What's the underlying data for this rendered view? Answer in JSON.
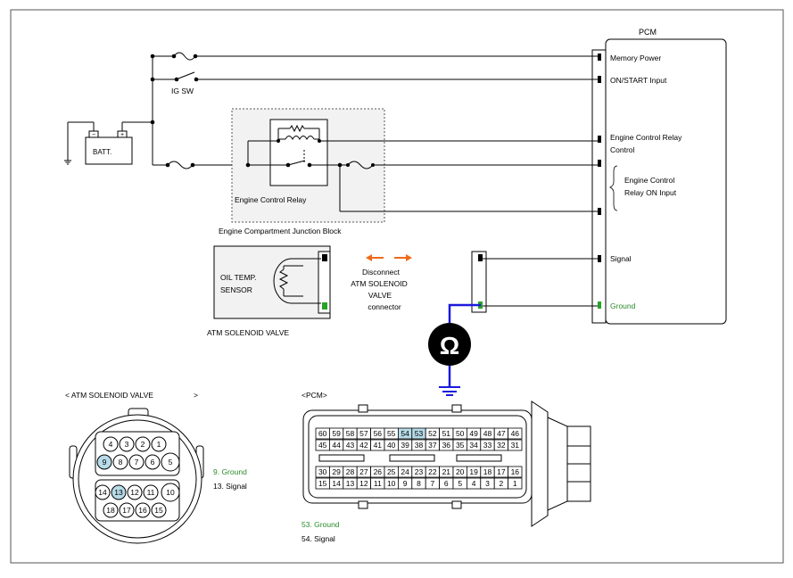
{
  "pcm": {
    "title": "PCM",
    "memory_power": "Memory Power",
    "on_start_input": "ON/START Input",
    "ecr_control_1": "Engine Control Relay",
    "ecr_control_2": "Control",
    "ecr_on_1": "Engine Control",
    "ecr_on_2": "Relay ON Input",
    "signal": "Signal",
    "ground": "Ground"
  },
  "labels": {
    "ig_sw": "IG SW",
    "batt": "BATT.",
    "relay": "Engine Control Relay",
    "junction_block": "Engine Compartment Junction Block",
    "sensor_1": "OIL TEMP.",
    "sensor_2": "SENSOR",
    "solenoid_valve": "ATM SOLENOID VALVE",
    "disconnect_1": "Disconnect",
    "disconnect_2": "ATM SOLENOID",
    "disconnect_3": "VALVE",
    "disconnect_4": "connector",
    "ohm": "Ω"
  },
  "valve_connector": {
    "title": "< ATM SOLENOID VALVE",
    "title_close": ">",
    "row1": [
      "4",
      "3",
      "2",
      "1"
    ],
    "row2": [
      "9",
      "8",
      "7",
      "6",
      "5"
    ],
    "row3": [
      "14",
      "13",
      "12",
      "11",
      "10"
    ],
    "row4": [
      "18",
      "17",
      "16",
      "15"
    ],
    "pin_ground": "9.  Ground",
    "pin_signal": "13.  Signal"
  },
  "pcm_connector": {
    "title": "<PCM>",
    "row1": [
      "60",
      "59",
      "58",
      "57",
      "56",
      "55",
      "54",
      "53",
      "52",
      "51",
      "50",
      "49",
      "48",
      "47",
      "46"
    ],
    "row2": [
      "45",
      "44",
      "43",
      "42",
      "41",
      "40",
      "39",
      "38",
      "37",
      "36",
      "35",
      "34",
      "33",
      "32",
      "31"
    ],
    "row3": [
      "30",
      "29",
      "28",
      "27",
      "26",
      "25",
      "24",
      "23",
      "22",
      "21",
      "20",
      "19",
      "18",
      "17",
      "16"
    ],
    "row4": [
      "15",
      "14",
      "13",
      "12",
      "11",
      "10",
      "9",
      "8",
      "7",
      "6",
      "5",
      "4",
      "3",
      "2",
      "1"
    ],
    "pin_ground": "53.    Ground",
    "pin_signal": "54.   Signal"
  },
  "colors": {
    "wire": "#000000",
    "ground_wire": "#1a1adb",
    "highlight_pin": "#b7dbe8",
    "ground_text": "#2a8a2a",
    "arrow": "#f06a1a",
    "green_terminal": "#27a327"
  }
}
